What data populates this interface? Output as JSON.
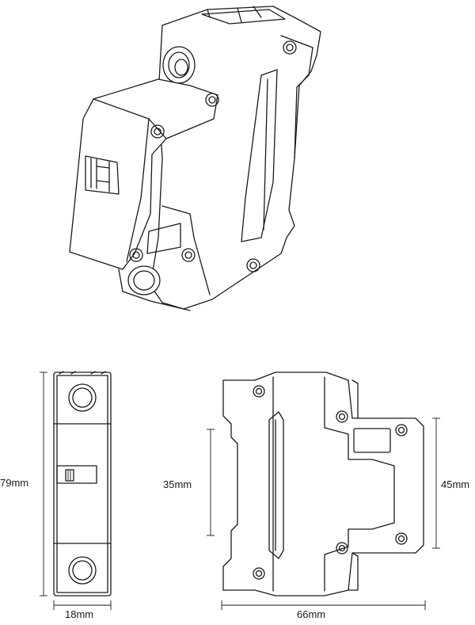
{
  "dimensions": {
    "front_height": "79mm",
    "front_width": "18mm",
    "side_inner_height": "35mm",
    "side_outer_height": "45mm",
    "side_depth": "66mm"
  },
  "colors": {
    "line": "#1a1a1a",
    "background": "#ffffff"
  }
}
